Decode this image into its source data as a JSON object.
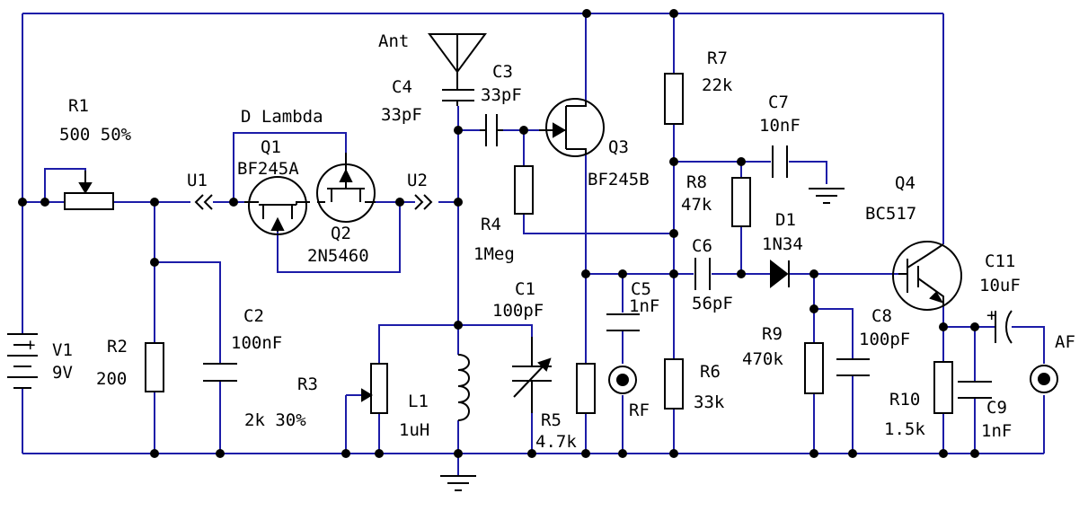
{
  "components": {
    "ant": {
      "name": "Ant"
    },
    "r1": {
      "name": "R1",
      "value": "500 50%"
    },
    "dl": {
      "name": "D Lambda"
    },
    "q1": {
      "name": "Q1",
      "value": "BF245A"
    },
    "q2": {
      "name": "Q2",
      "value": "2N5460"
    },
    "u1": {
      "name": "U1"
    },
    "u2": {
      "name": "U2"
    },
    "c4": {
      "name": "C4",
      "value": "33pF"
    },
    "c3": {
      "name": "C3",
      "value": "33pF"
    },
    "q3": {
      "name": "Q3",
      "value": "BF245B"
    },
    "r7": {
      "name": "R7",
      "value": "22k"
    },
    "c7": {
      "name": "C7",
      "value": "10nF"
    },
    "r8": {
      "name": "R8",
      "value": "47k"
    },
    "q4": {
      "name": "Q4",
      "value": "BC517"
    },
    "r4": {
      "name": "R4",
      "value": "1Meg"
    },
    "d1": {
      "name": "D1",
      "value": "1N34"
    },
    "c6": {
      "name": "C6",
      "value": "56pF"
    },
    "c11": {
      "name": "C11",
      "value": "10uF"
    },
    "c1": {
      "name": "C1",
      "value": "100pF"
    },
    "c5": {
      "name": "C5",
      "value": "1nF"
    },
    "c2": {
      "name": "C2",
      "value": "100nF"
    },
    "v1": {
      "name": "V1",
      "value": "9V"
    },
    "r2": {
      "name": "R2",
      "value": "200"
    },
    "r3": {
      "name": "R3",
      "value": "2k 30%"
    },
    "l1": {
      "name": "L1",
      "value": "1uH"
    },
    "r9": {
      "name": "R9",
      "value": "470k"
    },
    "c8": {
      "name": "C8",
      "value": "100pF"
    },
    "r6": {
      "name": "R6",
      "value": "33k"
    },
    "r5": {
      "name": "R5",
      "value": "4.7k"
    },
    "r10": {
      "name": "R10",
      "value": "1.5k"
    },
    "c9": {
      "name": "C9",
      "value": "1nF"
    },
    "rf": {
      "name": "RF"
    },
    "af": {
      "name": "AF"
    }
  },
  "polarity": {
    "plus": "+"
  },
  "colors": {
    "wire": "#1c1ca8",
    "part": "#000000",
    "background": "#ffffff"
  }
}
